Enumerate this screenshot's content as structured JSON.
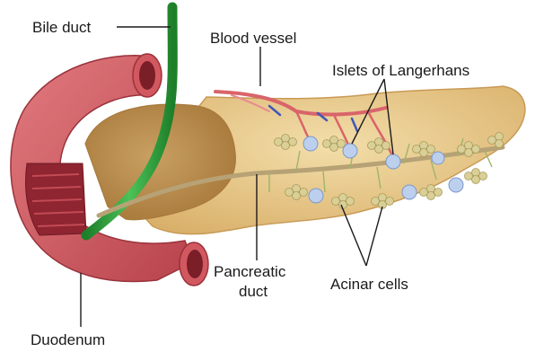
{
  "labels": {
    "bile_duct": "Bile duct",
    "blood_vessel": "Blood vessel",
    "islets": "Islets of Langerhans",
    "pancreatic_duct_line1": "Pancreatic",
    "pancreatic_duct_line2": "duct",
    "acinar_cells": "Acinar cells",
    "duodenum": "Duodenum"
  },
  "colors": {
    "pancreas": "#e8c98a",
    "pancreas_head_shadow": "#c89a55",
    "duodenum": "#d2585f",
    "duodenum_dark": "#8e2530",
    "bile_duct": "#2aa23a",
    "blood_vessel": "#d9646a",
    "vein": "#3f57b8",
    "pancreatic_duct": "#b7a276",
    "acinar": "#d9cf97",
    "islet": "#bcd0ee"
  }
}
